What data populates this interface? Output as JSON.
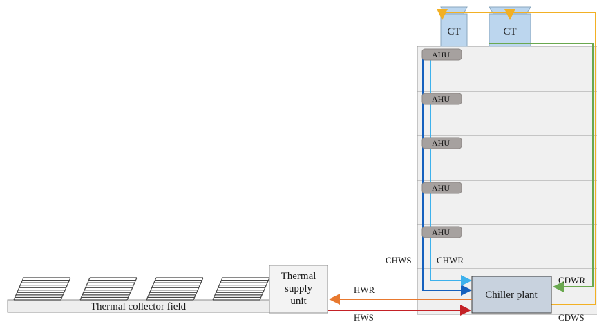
{
  "colors": {
    "hot_water_return": "#e8792f",
    "hot_water_supply": "#c42126",
    "chilled_supply": "#1560bd",
    "chilled_return": "#3db1ec",
    "condenser_return": "#6aa84f",
    "condenser_supply": "#f2b024",
    "cooling_tower_fill": "#bcd6ee",
    "ahu_fill": "#a6a19f",
    "building_fill": "#f0f0f0"
  },
  "cooling_towers": [
    {
      "label": "CT"
    },
    {
      "label": "CT"
    }
  ],
  "ahus": [
    {
      "label": "AHU"
    },
    {
      "label": "AHU"
    },
    {
      "label": "AHU"
    },
    {
      "label": "AHU"
    },
    {
      "label": "AHU"
    }
  ],
  "chiller_plant": {
    "label": "Chiller plant"
  },
  "thermal_supply_unit": {
    "line1": "Thermal",
    "line2": "supply",
    "line3": "unit"
  },
  "collector_field": {
    "label": "Thermal collector field",
    "panel_count": 4
  },
  "pipe_labels": {
    "chws": "CHWS",
    "chwr": "CHWR",
    "hwr": "HWR",
    "hws": "HWS",
    "cdwr": "CDWR",
    "cdws": "CDWS"
  }
}
